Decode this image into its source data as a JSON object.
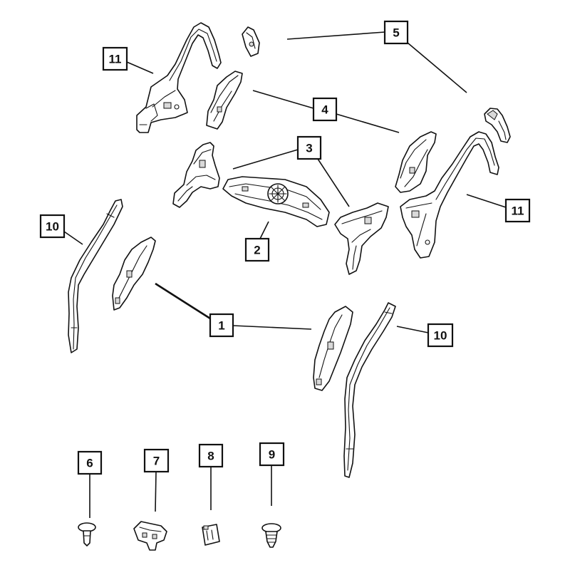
{
  "callouts": [
    {
      "label": "11"
    },
    {
      "label": "5"
    },
    {
      "label": "4"
    },
    {
      "label": "3"
    },
    {
      "label": "11"
    },
    {
      "label": "10"
    },
    {
      "label": "2"
    },
    {
      "label": "1"
    },
    {
      "label": "10"
    },
    {
      "label": "6"
    },
    {
      "label": "7"
    },
    {
      "label": "8"
    },
    {
      "label": "9"
    }
  ]
}
